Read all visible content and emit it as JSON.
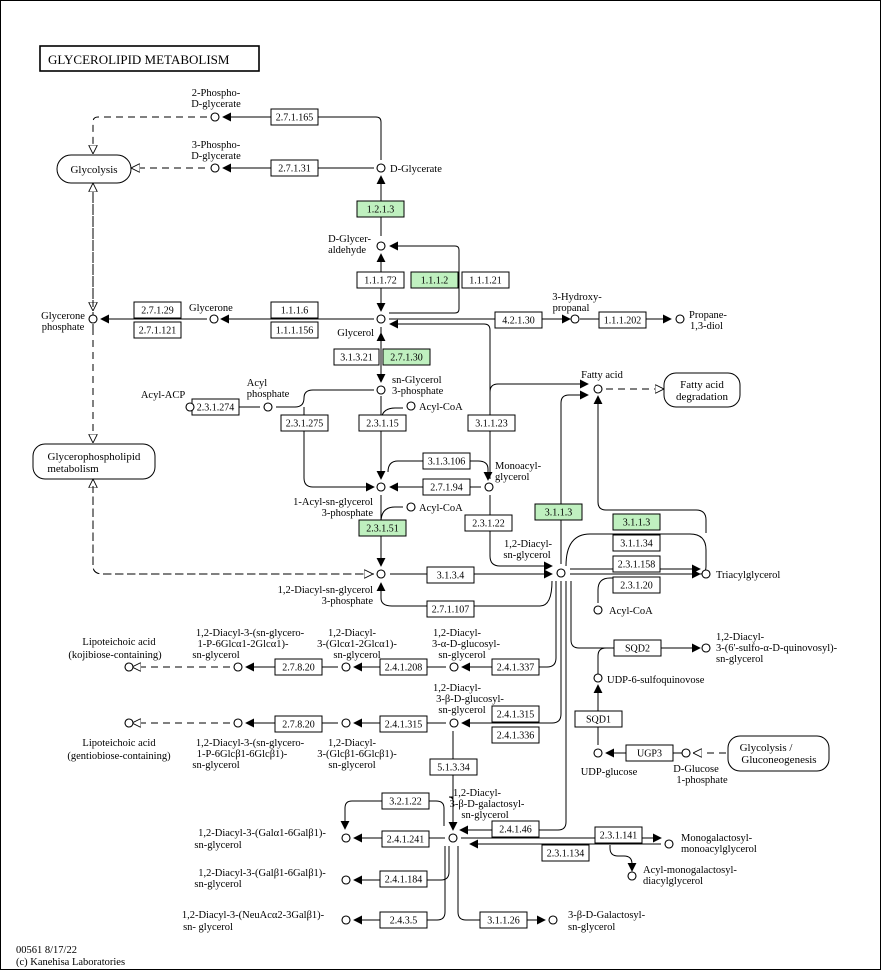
{
  "title": "GLYCEROLIPID  METABOLISM",
  "footer": {
    "map_id": "00561 8/17/22",
    "copyright": "(c) Kanehisa Laboratories"
  },
  "maps": {
    "glycolysis": "Glycolysis",
    "fatty_acid_degradation": [
      "Fatty acid",
      "degradation"
    ],
    "glycerophospholipid": [
      "Glycerophospholipid",
      "metabolism"
    ],
    "glycolysis_gluconeogenesis": [
      "Glycolysis /",
      "Gluconeogenesis"
    ]
  },
  "enzymes": {
    "e2_7_1_165": "2.7.1.165",
    "e2_7_1_31": "2.7.1.31",
    "e1_2_1_3": "1.2.1.3",
    "e1_1_1_72": "1.1.1.72",
    "e1_1_1_2": "1.1.1.2",
    "e1_1_1_21": "1.1.1.21",
    "e2_7_1_29": "2.7.1.29",
    "e2_7_1_121": "2.7.1.121",
    "e1_1_1_6": "1.1.1.6",
    "e1_1_1_156": "1.1.1.156",
    "e4_2_1_30": "4.2.1.30",
    "e1_1_1_202": "1.1.1.202",
    "e3_1_3_21": "3.1.3.21",
    "e2_7_1_30": "2.7.1.30",
    "e2_3_1_274": "2.3.1.274",
    "e2_3_1_275": "2.3.1.275",
    "e2_3_1_15": "2.3.1.15",
    "e3_1_1_23": "3.1.1.23",
    "e3_1_3_106": "3.1.3.106",
    "e2_7_1_94": "2.7.1.94",
    "e2_3_1_51": "2.3.1.51",
    "e2_3_1_22": "2.3.1.22",
    "e3_1_1_3_a": "3.1.1.3",
    "e3_1_1_3_b": "3.1.1.3",
    "e3_1_1_34": "3.1.1.34",
    "e2_3_1_158": "2.3.1.158",
    "e2_3_1_20": "2.3.1.20",
    "e3_1_3_4": "3.1.3.4",
    "e2_7_1_107": "2.7.1.107",
    "e2_7_8_20_a": "2.7.8.20",
    "e2_4_1_208": "2.4.1.208",
    "e2_4_1_337": "2.4.1.337",
    "e2_4_1_315_a": "2.4.1.315",
    "e2_4_1_336": "2.4.1.336",
    "e2_7_8_20_b": "2.7.8.20",
    "e2_4_1_315_b": "2.4.1.315",
    "e5_1_3_34": "5.1.3.34",
    "e3_2_1_22": "3.2.1.22",
    "e2_4_1_241": "2.4.1.241",
    "e2_4_1_46": "2.4.1.46",
    "e2_3_1_141": "2.3.1.141",
    "e2_3_1_134": "2.3.1.134",
    "e2_4_1_184": "2.4.1.184",
    "e2_4_3_5": "2.4.3.5",
    "e3_1_1_26": "3.1.1.26",
    "SQD2": "SQD2",
    "SQD1": "SQD1",
    "UGP3": "UGP3"
  },
  "compounds": {
    "phospho2": [
      "2-Phospho-",
      "D-glycerate"
    ],
    "phospho3": [
      "3-Phospho-",
      "D-glycerate"
    ],
    "dglycerate": "D-Glycerate",
    "dglyceraldehyde": [
      "D-Glycer-",
      "aldehyde"
    ],
    "glycerone_phosphate": [
      "Glycerone",
      "phosphate"
    ],
    "glycerone": "Glycerone",
    "glycerol": "Glycerol",
    "hydroxypropanal": [
      "3-Hydroxy-",
      "propanal"
    ],
    "propanediol": [
      "Propane-",
      "1,3-diol"
    ],
    "fatty_acid": "Fatty acid",
    "acyl_acp": "Acyl-ACP",
    "acyl_phosphate": [
      "Acyl",
      "phosphate"
    ],
    "sn_glycerol_3p": [
      "sn-Glycerol",
      "3-phosphate"
    ],
    "acyl_coa_1": "Acyl-CoA",
    "monoacylglycerol": [
      "Monoacyl-",
      "glycerol"
    ],
    "acyl_sn_glycerol_3p": [
      "1-Acyl-sn-glycerol",
      "3-phosphate"
    ],
    "acyl_coa_2": "Acyl-CoA",
    "diacyl_sn_glycerol": [
      "1,2-Diacyl-",
      "sn-glycerol"
    ],
    "triacylglycerol": "Triacylglycerol",
    "acyl_coa_3": "Acyl-CoA",
    "diacyl_sn_glycerol_3p": [
      "1,2-Diacyl-sn-glycerol",
      "3-phosphate"
    ],
    "lipoteichoic_kojibiose": [
      "Lipoteichoic acid",
      "(kojibiose-containing)"
    ],
    "diacyl_glcerol_P_koji": [
      "1,2-Diacyl-3-(sn-glycero-",
      "1-P-6Glcα1-2Glcα1)-",
      "sn-glycerol"
    ],
    "diacyl_glca1_2glca1": [
      "1,2-Diacyl-",
      "3-(Glcα1-2Glcα1)-",
      "sn-glycerol"
    ],
    "diacyl_a_glucosyl": [
      "1,2-Diacyl-",
      "3-α-D-glucosyl-",
      "sn-glycerol"
    ],
    "sulfoquinovosyl": [
      "1,2-Diacyl-",
      "3-(6'-sulfo-α-D-quinovosyl)-",
      "sn-glycerol"
    ],
    "udp_sulfoquinovose": "UDP-6-sulfoquinovose",
    "lipoteichoic_gentiobiose": [
      "Lipoteichoic acid",
      "(gentiobiose-containing)"
    ],
    "diacyl_glcerol_P_gentio": [
      "1,2-Diacyl-3-(sn-glycero-",
      "1-P-6Glcβ1-6Glcβ1)-",
      "sn-glycerol"
    ],
    "diacyl_glcb1_6glcb1": [
      "1,2-Diacyl-",
      "3-(Glcβ1-6Glcβ1)-",
      "sn-glycerol"
    ],
    "diacyl_b_glucosyl": [
      "1,2-Diacyl-",
      "3-β-D-glucosyl-",
      "sn-glycerol"
    ],
    "udp_glucose": "UDP-glucose",
    "dglucose_1p": [
      "D-Glucose",
      "1-phosphate"
    ],
    "diacyl_b_galactosyl": [
      "1,2-Diacyl-",
      "3-β-D-galactosyl-",
      "sn-glycerol"
    ],
    "diacyl_gala1_6galb1": [
      "1,2-Diacyl-3-(Galα1-6Galβ1)-",
      "sn-glycerol"
    ],
    "monogalactosyl": [
      "Monogalactosyl-",
      "monoacylglycerol"
    ],
    "acyl_monogalactosyl": [
      "Acyl-monogalactosyl-",
      "diacylglycerol"
    ],
    "diacyl_galb1_6galb1": [
      "1,2-Diacyl-3-(Galβ1-6Galβ1)-",
      "sn-glycerol"
    ],
    "diacyl_neuac": [
      "1,2-Diacyl-3-(NeuAcα2-3Galβ1)-",
      "sn- glycerol"
    ],
    "b_galactosyl_sn": [
      "3-β-D-Galactosyl-",
      "sn-glycerol"
    ]
  },
  "colors": {
    "highlight": "#bff0bf",
    "line": "#000000",
    "background": "#ffffff"
  }
}
